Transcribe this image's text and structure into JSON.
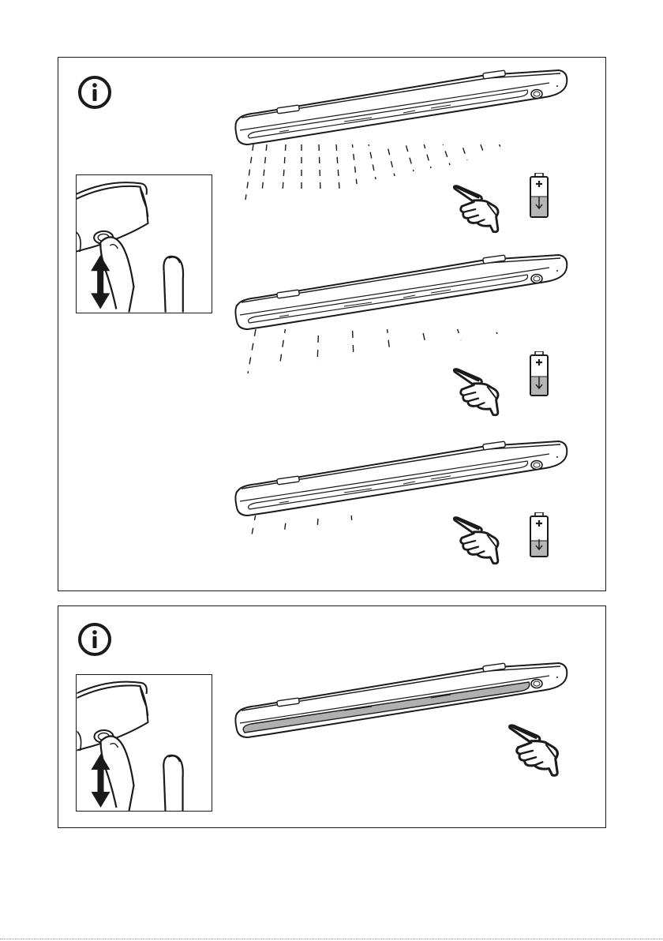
{
  "document": {
    "kind": "assembly-instruction-page",
    "panels": [
      {
        "id": "battery-levels",
        "icon": "info-icon",
        "inset": "finger-pressing-button-icon",
        "rows": [
          {
            "light_level": "high",
            "battery_level": 0.55
          },
          {
            "light_level": "medium",
            "battery_level": 0.5
          },
          {
            "light_level": "low",
            "battery_level": 0.35
          }
        ]
      },
      {
        "id": "light-on",
        "icon": "info-icon",
        "inset": "finger-pressing-button-icon",
        "state": "lit"
      }
    ]
  },
  "colors": {
    "stroke": "#1a1a1a",
    "battery_fill": "#b5b5b5",
    "light_strip": "#b0b0b0"
  }
}
